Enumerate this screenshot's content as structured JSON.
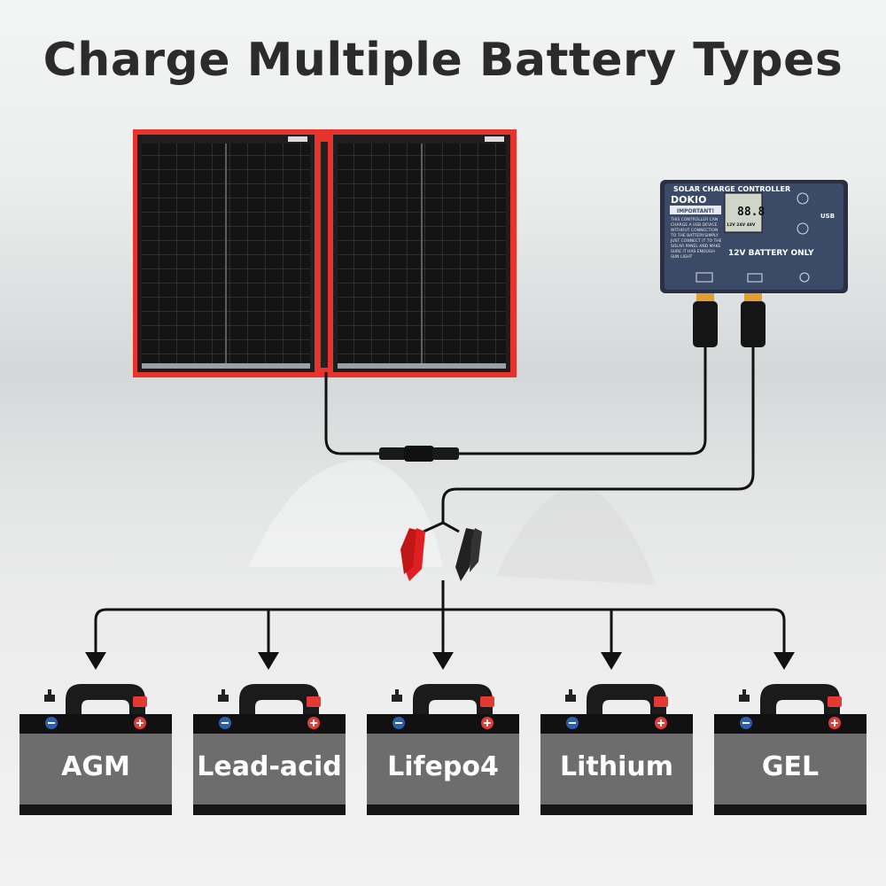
{
  "title": "Charge Multiple Battery Types",
  "controller": {
    "heading": "SOLAR CHARGE CONTROLLER",
    "brand": "DOKIO",
    "important": "IMPORTANT!",
    "notice": "THIS CONTROLLER CAN CHARGE A USB DEVICE WITHOUT CONNECTION TO THE BATTERY.SIMPLY JUST CONNECT IT TO THE SOLAR PANEL AND MAKE SURE IT HAS ENOUGH SUN LIGHT",
    "display": "88.8",
    "voltages": "12V 24V 48V",
    "battery_only": "12V BATTERY ONLY",
    "usb": "USB"
  },
  "batteries": [
    {
      "label": "AGM"
    },
    {
      "label": "Lead-acid"
    },
    {
      "label": "Lifepo4"
    },
    {
      "label": "Lithium"
    },
    {
      "label": "GEL"
    }
  ],
  "colors": {
    "frame_red": "#e8332a",
    "panel_black": "#141414",
    "controller_blue": "#3b4a66",
    "battery_gray": "#6d6d6d",
    "terminal_red": "#e53935",
    "terminal_blue": "#2b5fad",
    "clamp_red": "#e02020"
  }
}
